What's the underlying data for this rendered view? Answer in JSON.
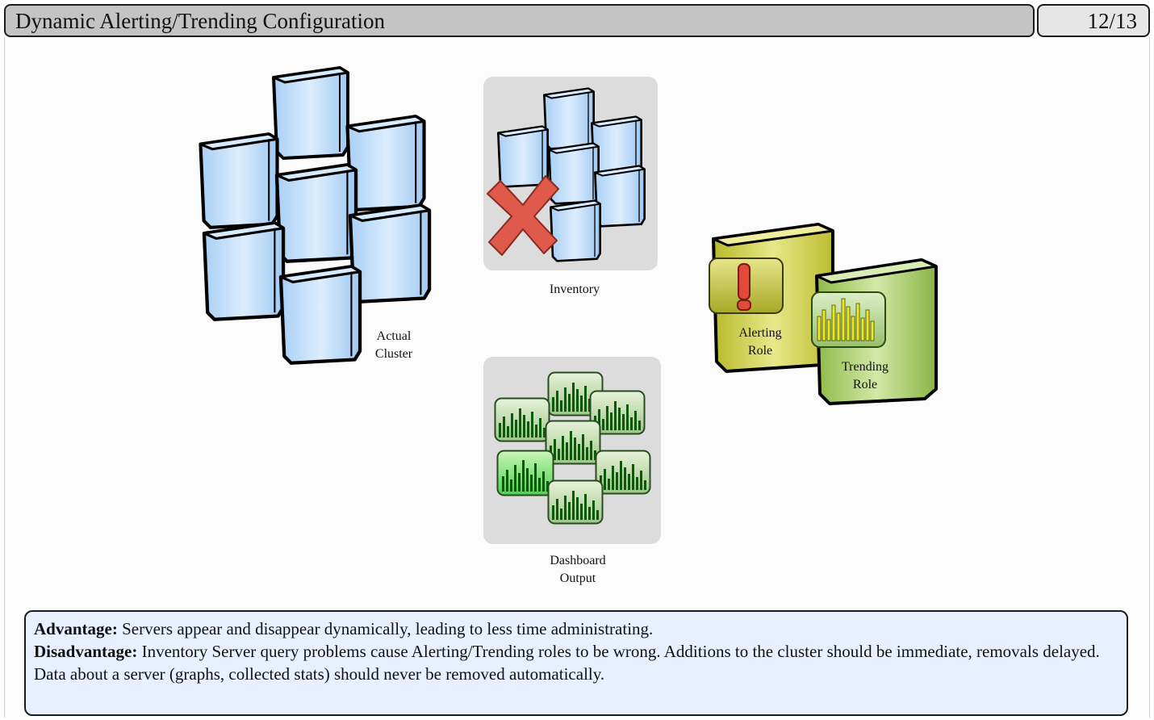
{
  "header": {
    "title": "Dynamic Alerting/Trending Configuration",
    "page_indicator": "12/13"
  },
  "diagram": {
    "actual_cluster": {
      "label_line1": "Actual",
      "label_line2": "Cluster"
    },
    "inventory": {
      "label": "Inventory"
    },
    "dashboard": {
      "label_line1": "Dashboard",
      "label_line2": "Output"
    },
    "alerting": {
      "label_line1": "Alerting",
      "label_line2": "Role"
    },
    "trending": {
      "label_line1": "Trending",
      "label_line2": "Role"
    }
  },
  "notes": {
    "advantage_label": "Advantage:",
    "advantage_text": " Servers appear and disappear dynamically, leading to less time administrating.",
    "disadvantage_label": "Disadvantage:",
    "disadvantage_text": " Inventory Server query problems cause Alerting/Trending roles to be wrong. Additions to the cluster should be immediate, removals delayed. Data about a server (graphs, collected stats) should never be removed automatically."
  },
  "colors": {
    "server_fill": "#bfdcfb",
    "server_stroke": "#000000",
    "panel_bg": "#dcdcdc",
    "error_x": "#e05a4b",
    "graph_green": "#1aa01a",
    "alert_server": "#c9c93a",
    "trend_server": "#9ec45a",
    "notes_bg": "#e8f0ff"
  },
  "icons": [
    "server-icon",
    "error-x-icon",
    "graph-icon",
    "alert-icon",
    "trend-graph-icon"
  ]
}
